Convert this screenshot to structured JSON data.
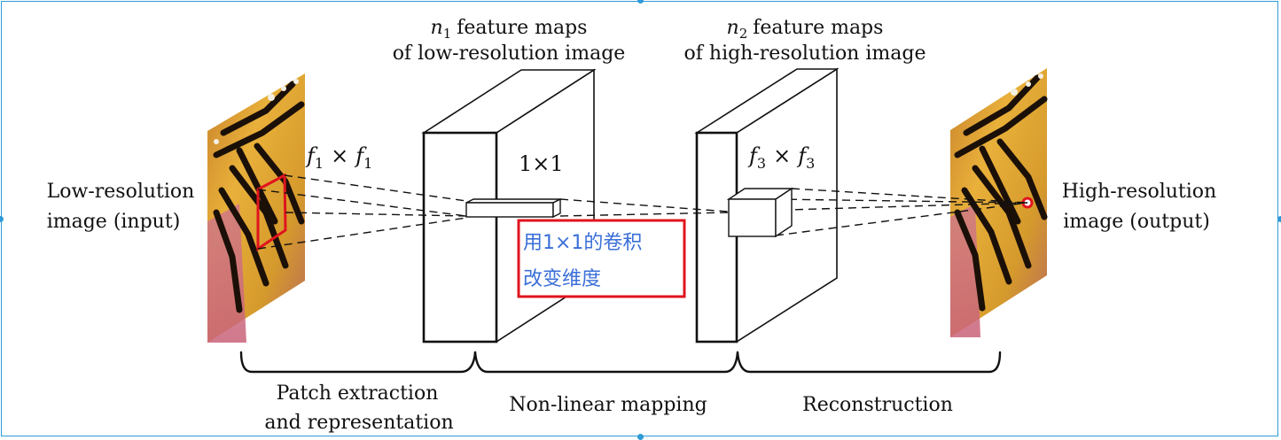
{
  "input": {
    "line1": "Low-resolution",
    "line2": "image (input)"
  },
  "output": {
    "line1": "High-resolution",
    "line2": "image (output)"
  },
  "block1": {
    "line1_var": "n",
    "line1_sub": "1",
    "line1_rest": "feature maps",
    "line2": "of low-resolution image"
  },
  "block2": {
    "line1_var": "n",
    "line1_sub": "2",
    "line1_rest": "feature maps",
    "line2": "of high-resolution image"
  },
  "filter1": {
    "a": "f",
    "a_sub": "1",
    "op": "×",
    "b": "f",
    "b_sub": "1"
  },
  "filter2": {
    "text": "1×1"
  },
  "filter3": {
    "a": "f",
    "a_sub": "3",
    "op": "×",
    "b": "f",
    "b_sub": "3"
  },
  "annotation": {
    "line1": "用1×1的卷积",
    "line2": "改变维度",
    "color": "#3a6fd8",
    "box_color": "#e0141e"
  },
  "stages": [
    {
      "line1": "Patch extraction",
      "line2": "and representation"
    },
    {
      "line1": "Non-linear mapping"
    },
    {
      "line1": "Reconstruction"
    }
  ],
  "colors": {
    "frame": "#2f9bd8",
    "patch": "#e0141e"
  }
}
